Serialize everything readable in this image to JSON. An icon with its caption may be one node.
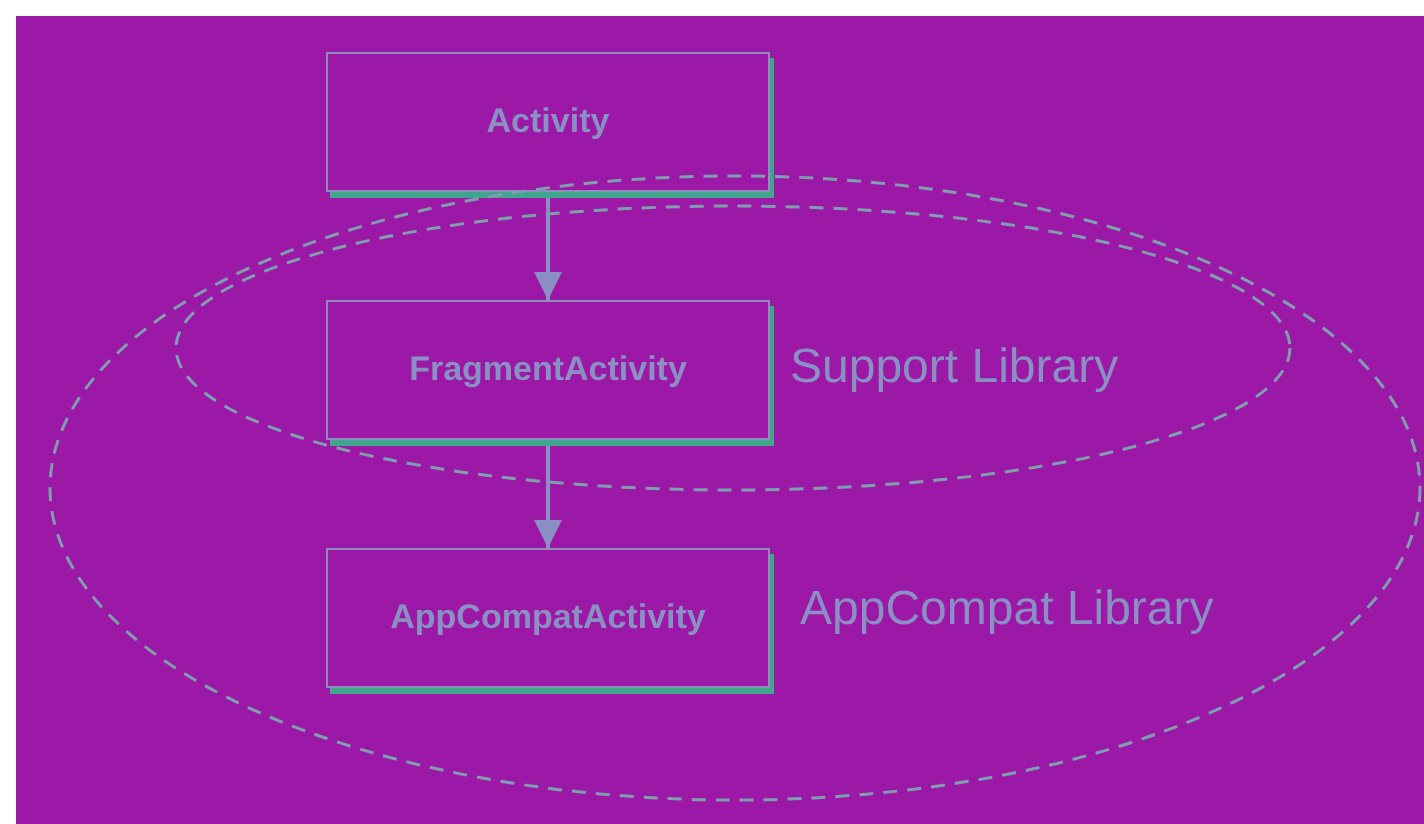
{
  "diagram": {
    "nodes": [
      {
        "text": [
          "Activity"
        ]
      },
      {
        "text": [
          "AppCompat Library"
        ]
      },
      {
        "text": [
          "Support Library"
        ],
        "in": 1
      },
      {
        "text": [
          "FragmentActivity"
        ],
        "in": 2
      },
      {
        "text": [
          "AppCompatActivity"
        ],
        "in": 1
      }
    ],
    "edges": [
      {
        "from": 0,
        "to": 3,
        "arrow": "to"
      },
      {
        "from": 3,
        "to": 4,
        "arrow": "to"
      }
    ]
  }
}
